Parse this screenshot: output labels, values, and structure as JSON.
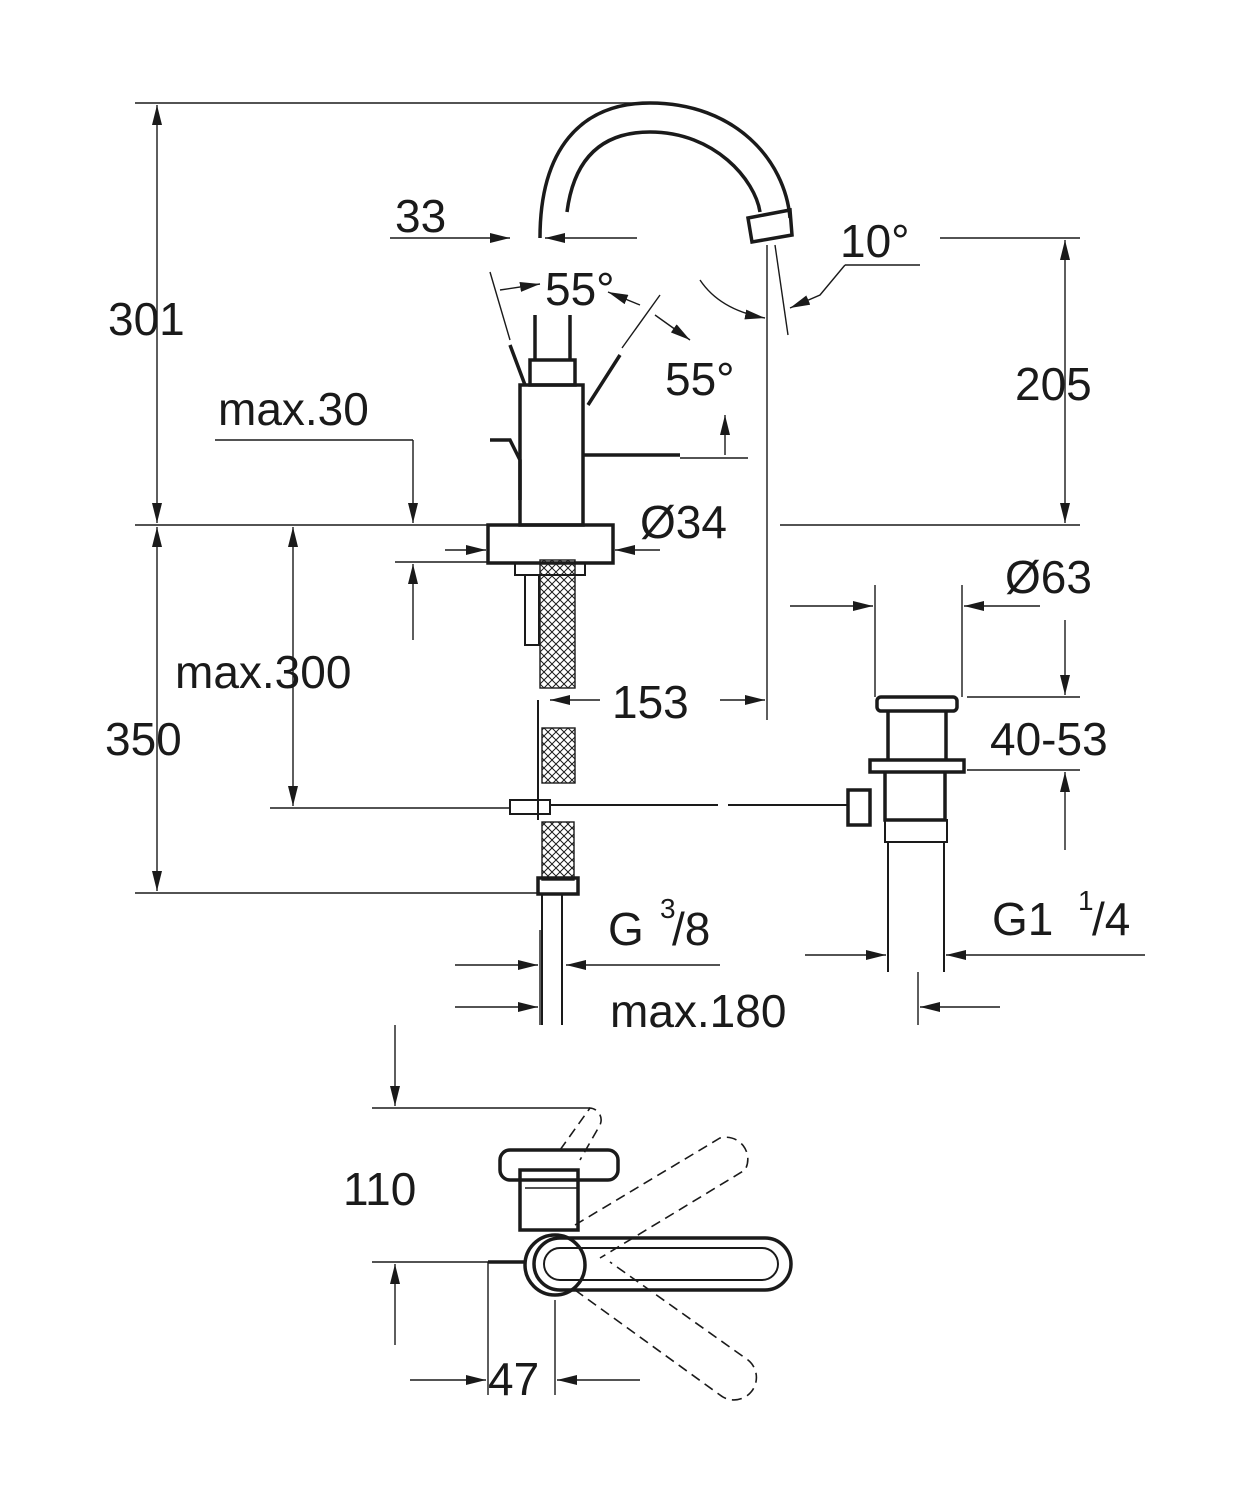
{
  "dimensions": {
    "d301": "301",
    "d33": "33",
    "d55_top": "55°",
    "d55_right": "55°",
    "d10": "10°",
    "d205": "205",
    "max30": "max.30",
    "d34": "Ø34",
    "d63": "Ø63",
    "max300": "max.300",
    "d153": "153",
    "d350": "350",
    "d40_53": "40-53",
    "g38_main": "G",
    "g38_num": "3",
    "g38_den": "/8",
    "g114_main": "G1",
    "g114_num": "1",
    "g114_den": "/4",
    "max180": "max.180",
    "d110": "110",
    "d47": "47"
  }
}
